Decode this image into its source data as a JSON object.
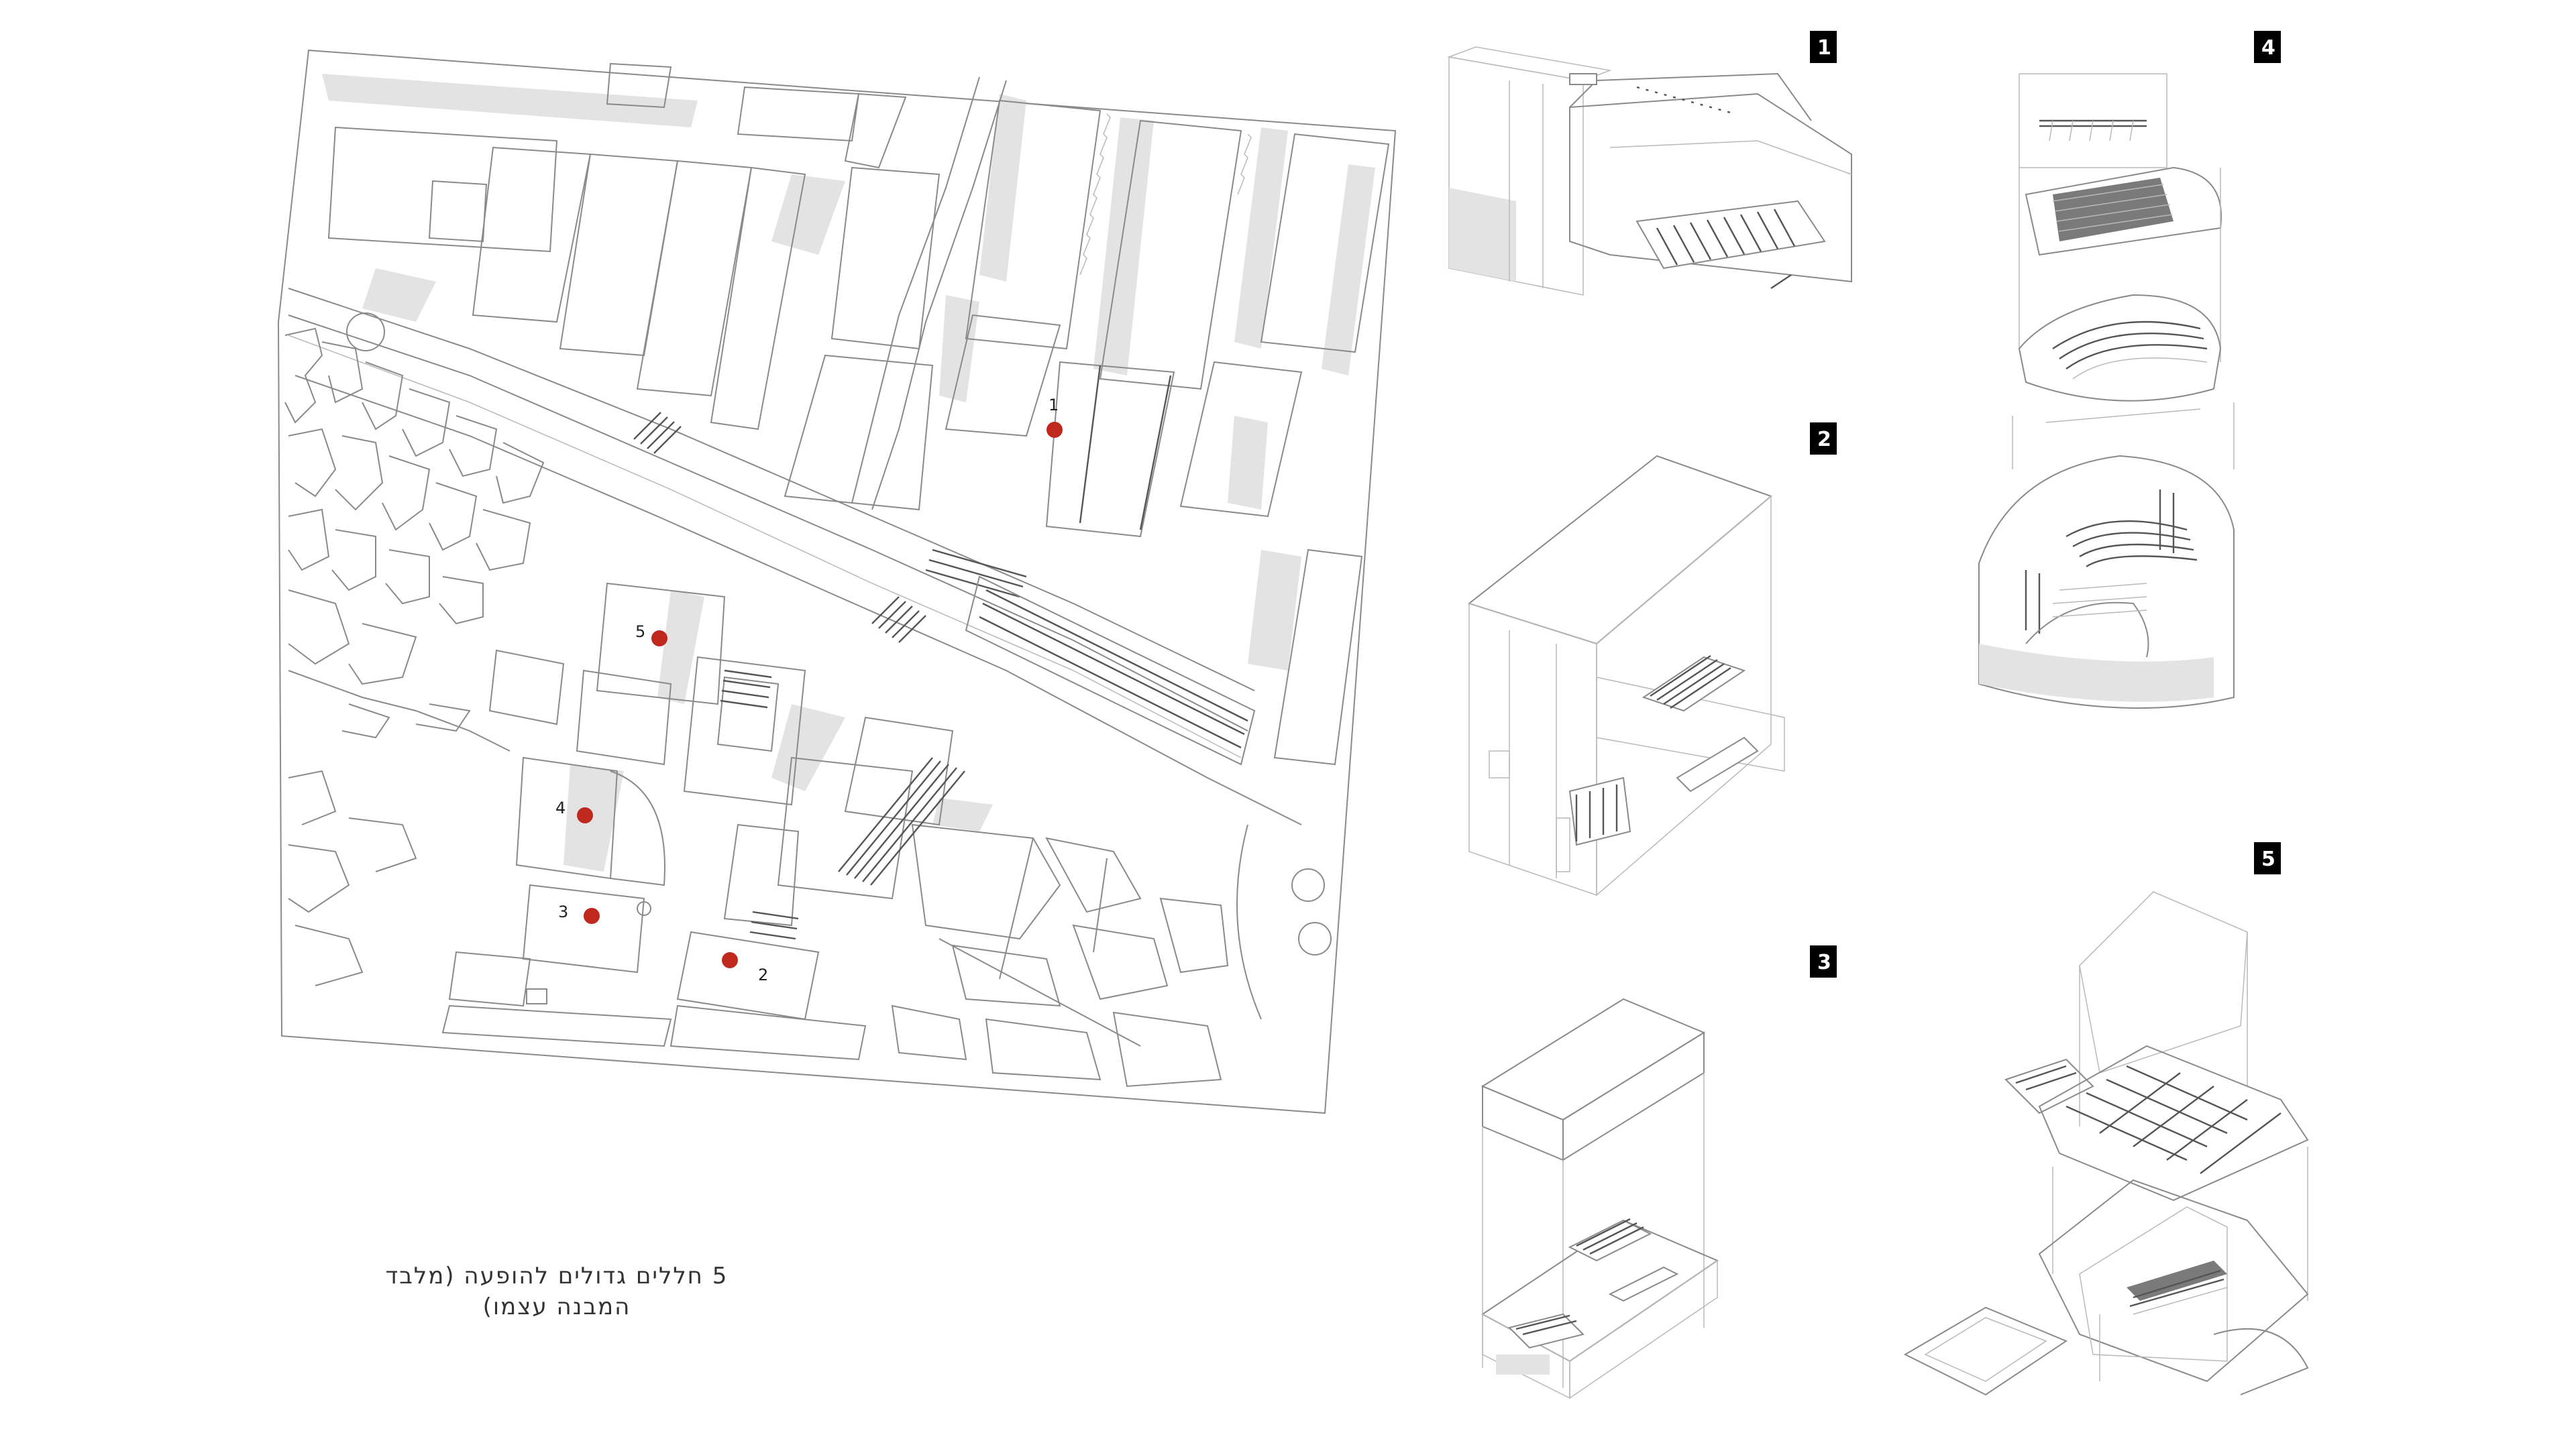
{
  "caption": "5 חללים גדולים להופעה (מלבד המבנה עצמו)",
  "accent_color": "#c0281e",
  "badge_color": "#000000",
  "site_markers": [
    {
      "id": "marker-1",
      "label": "1"
    },
    {
      "id": "marker-2",
      "label": "2"
    },
    {
      "id": "marker-3",
      "label": "3"
    },
    {
      "id": "marker-4",
      "label": "4"
    },
    {
      "id": "marker-5",
      "label": "5"
    }
  ],
  "axonometric_badges": [
    "1",
    "2",
    "3",
    "4",
    "5"
  ]
}
